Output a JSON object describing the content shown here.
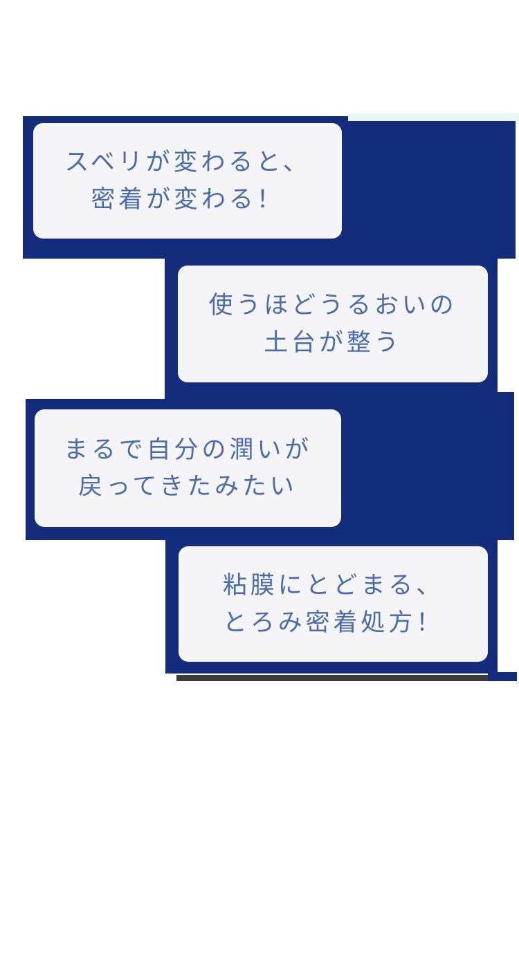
{
  "theme": {
    "page_bg": "#ffffff",
    "navy": "#142c7c",
    "card_bg": "#f5f5f7",
    "text_blue": "#4a6caa",
    "cyan_strip": "#e9f7fb",
    "dark_strip": "#3b3b3d"
  },
  "bubbles": [
    {
      "line1": "スベリが変わると、",
      "line2": "密着が変わる！"
    },
    {
      "line1": "使うほどうるおいの",
      "line2": "土台が整う"
    },
    {
      "line1": "まるで自分の潤いが",
      "line2": "戻ってきたみたい"
    },
    {
      "line1": "粘膜にとどまる、",
      "line2": "とろみ密着処方！"
    }
  ]
}
